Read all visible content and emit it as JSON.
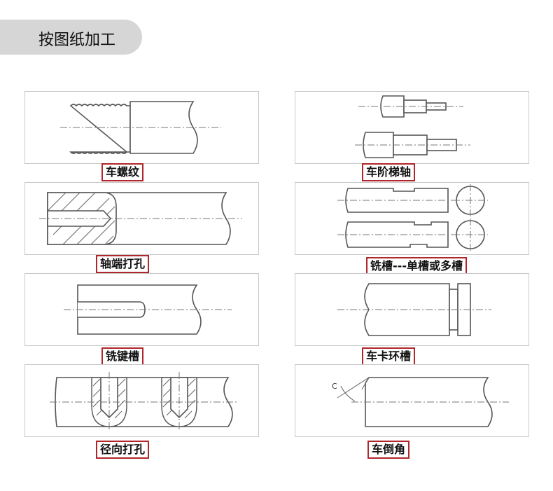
{
  "header": {
    "title": "按图纸加工"
  },
  "items": [
    {
      "label": "车螺纹"
    },
    {
      "label": "车阶梯轴"
    },
    {
      "label": "轴端打孔"
    },
    {
      "label": "铣槽---单槽或多槽"
    },
    {
      "label": "铣键槽"
    },
    {
      "label": "车卡环槽"
    },
    {
      "label": "径向打孔"
    },
    {
      "label": "车倒角"
    }
  ],
  "annotations": {
    "chamfer_mark": "C"
  }
}
